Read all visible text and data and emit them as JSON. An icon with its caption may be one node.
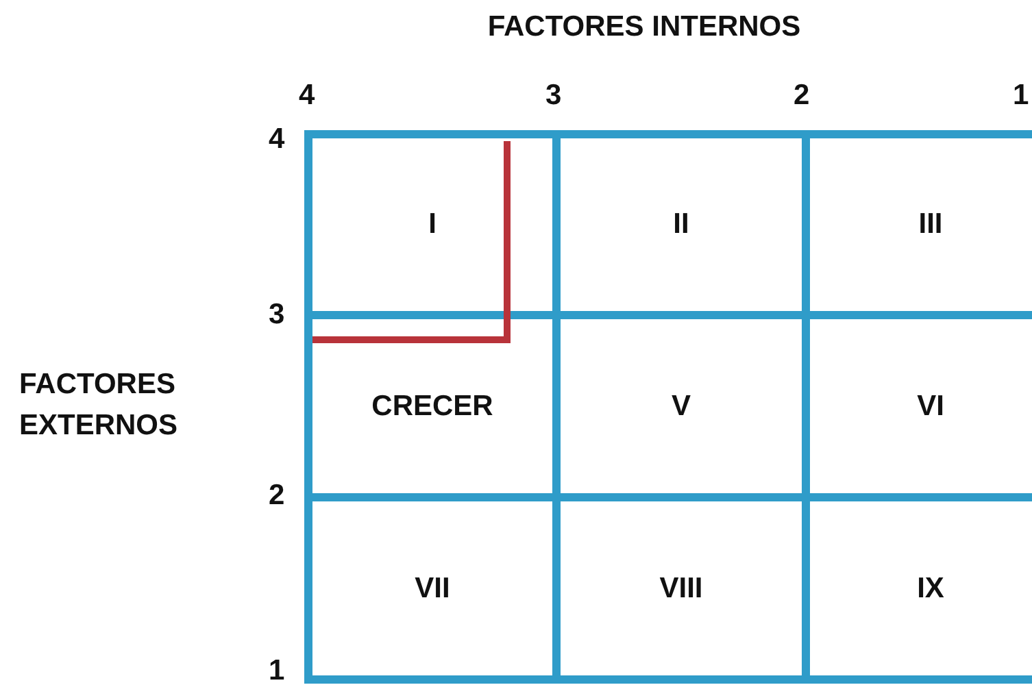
{
  "diagram": {
    "nodes": [
      {
        "text": [
          "I"
        ]
      },
      {
        "text": [
          "II"
        ]
      },
      {
        "text": [
          "III"
        ]
      },
      {
        "text": [
          "CRECER"
        ]
      },
      {
        "text": [
          "V"
        ]
      },
      {
        "text": [
          "VI"
        ]
      },
      {
        "text": [
          "VII"
        ]
      },
      {
        "text": [
          "VIII"
        ]
      },
      {
        "text": [
          "IX"
        ]
      }
    ],
    "labels": [
      "FACTORES INTERNOS",
      "4",
      "3",
      "2",
      "1",
      "4",
      "3",
      "FACTORES EXTERNOS",
      "2",
      "1"
    ]
  }
}
